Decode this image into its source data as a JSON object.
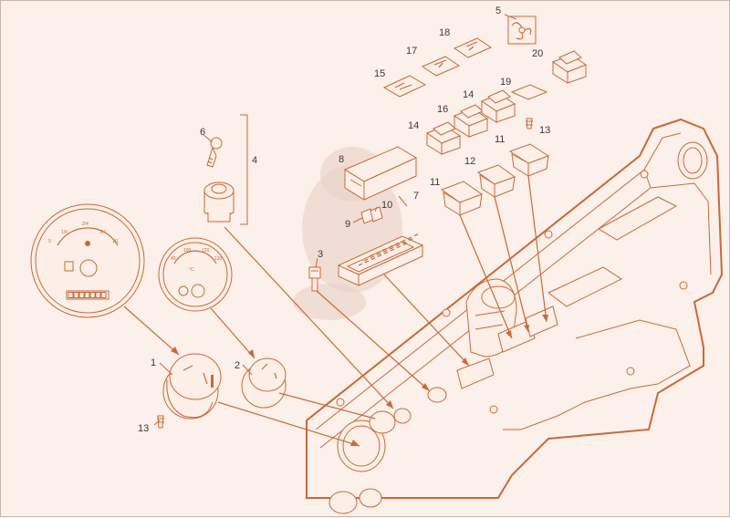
{
  "diagram": {
    "colors": {
      "line": "#c8693a",
      "background": "#fbf0ea",
      "callout_text": "#3a3a3a"
    },
    "callouts": [
      {
        "id": "c1",
        "label": "1"
      },
      {
        "id": "c2",
        "label": "2"
      },
      {
        "id": "c3",
        "label": "3"
      },
      {
        "id": "c4",
        "label": "4"
      },
      {
        "id": "c5",
        "label": "5"
      },
      {
        "id": "c6",
        "label": "6"
      },
      {
        "id": "c7",
        "label": "7"
      },
      {
        "id": "c8",
        "label": "8"
      },
      {
        "id": "c9",
        "label": "9"
      },
      {
        "id": "c10",
        "label": "10"
      },
      {
        "id": "c11a",
        "label": "11"
      },
      {
        "id": "c11b",
        "label": "11"
      },
      {
        "id": "c12",
        "label": "12"
      },
      {
        "id": "c13a",
        "label": "13"
      },
      {
        "id": "c13b",
        "label": "13"
      },
      {
        "id": "c14a",
        "label": "14"
      },
      {
        "id": "c14b",
        "label": "14"
      },
      {
        "id": "c15",
        "label": "15"
      },
      {
        "id": "c16",
        "label": "16"
      },
      {
        "id": "c17",
        "label": "17"
      },
      {
        "id": "c18",
        "label": "18"
      },
      {
        "id": "c19",
        "label": "19"
      },
      {
        "id": "c20",
        "label": "20"
      }
    ],
    "gauge_fuel": {
      "ticks": [
        "0",
        "2/4",
        "1/4",
        "3/4",
        "1/1"
      ]
    },
    "gauge_temp": {
      "ticks": [
        "40",
        "100",
        "120",
        "130"
      ],
      "unit": "°C"
    }
  }
}
